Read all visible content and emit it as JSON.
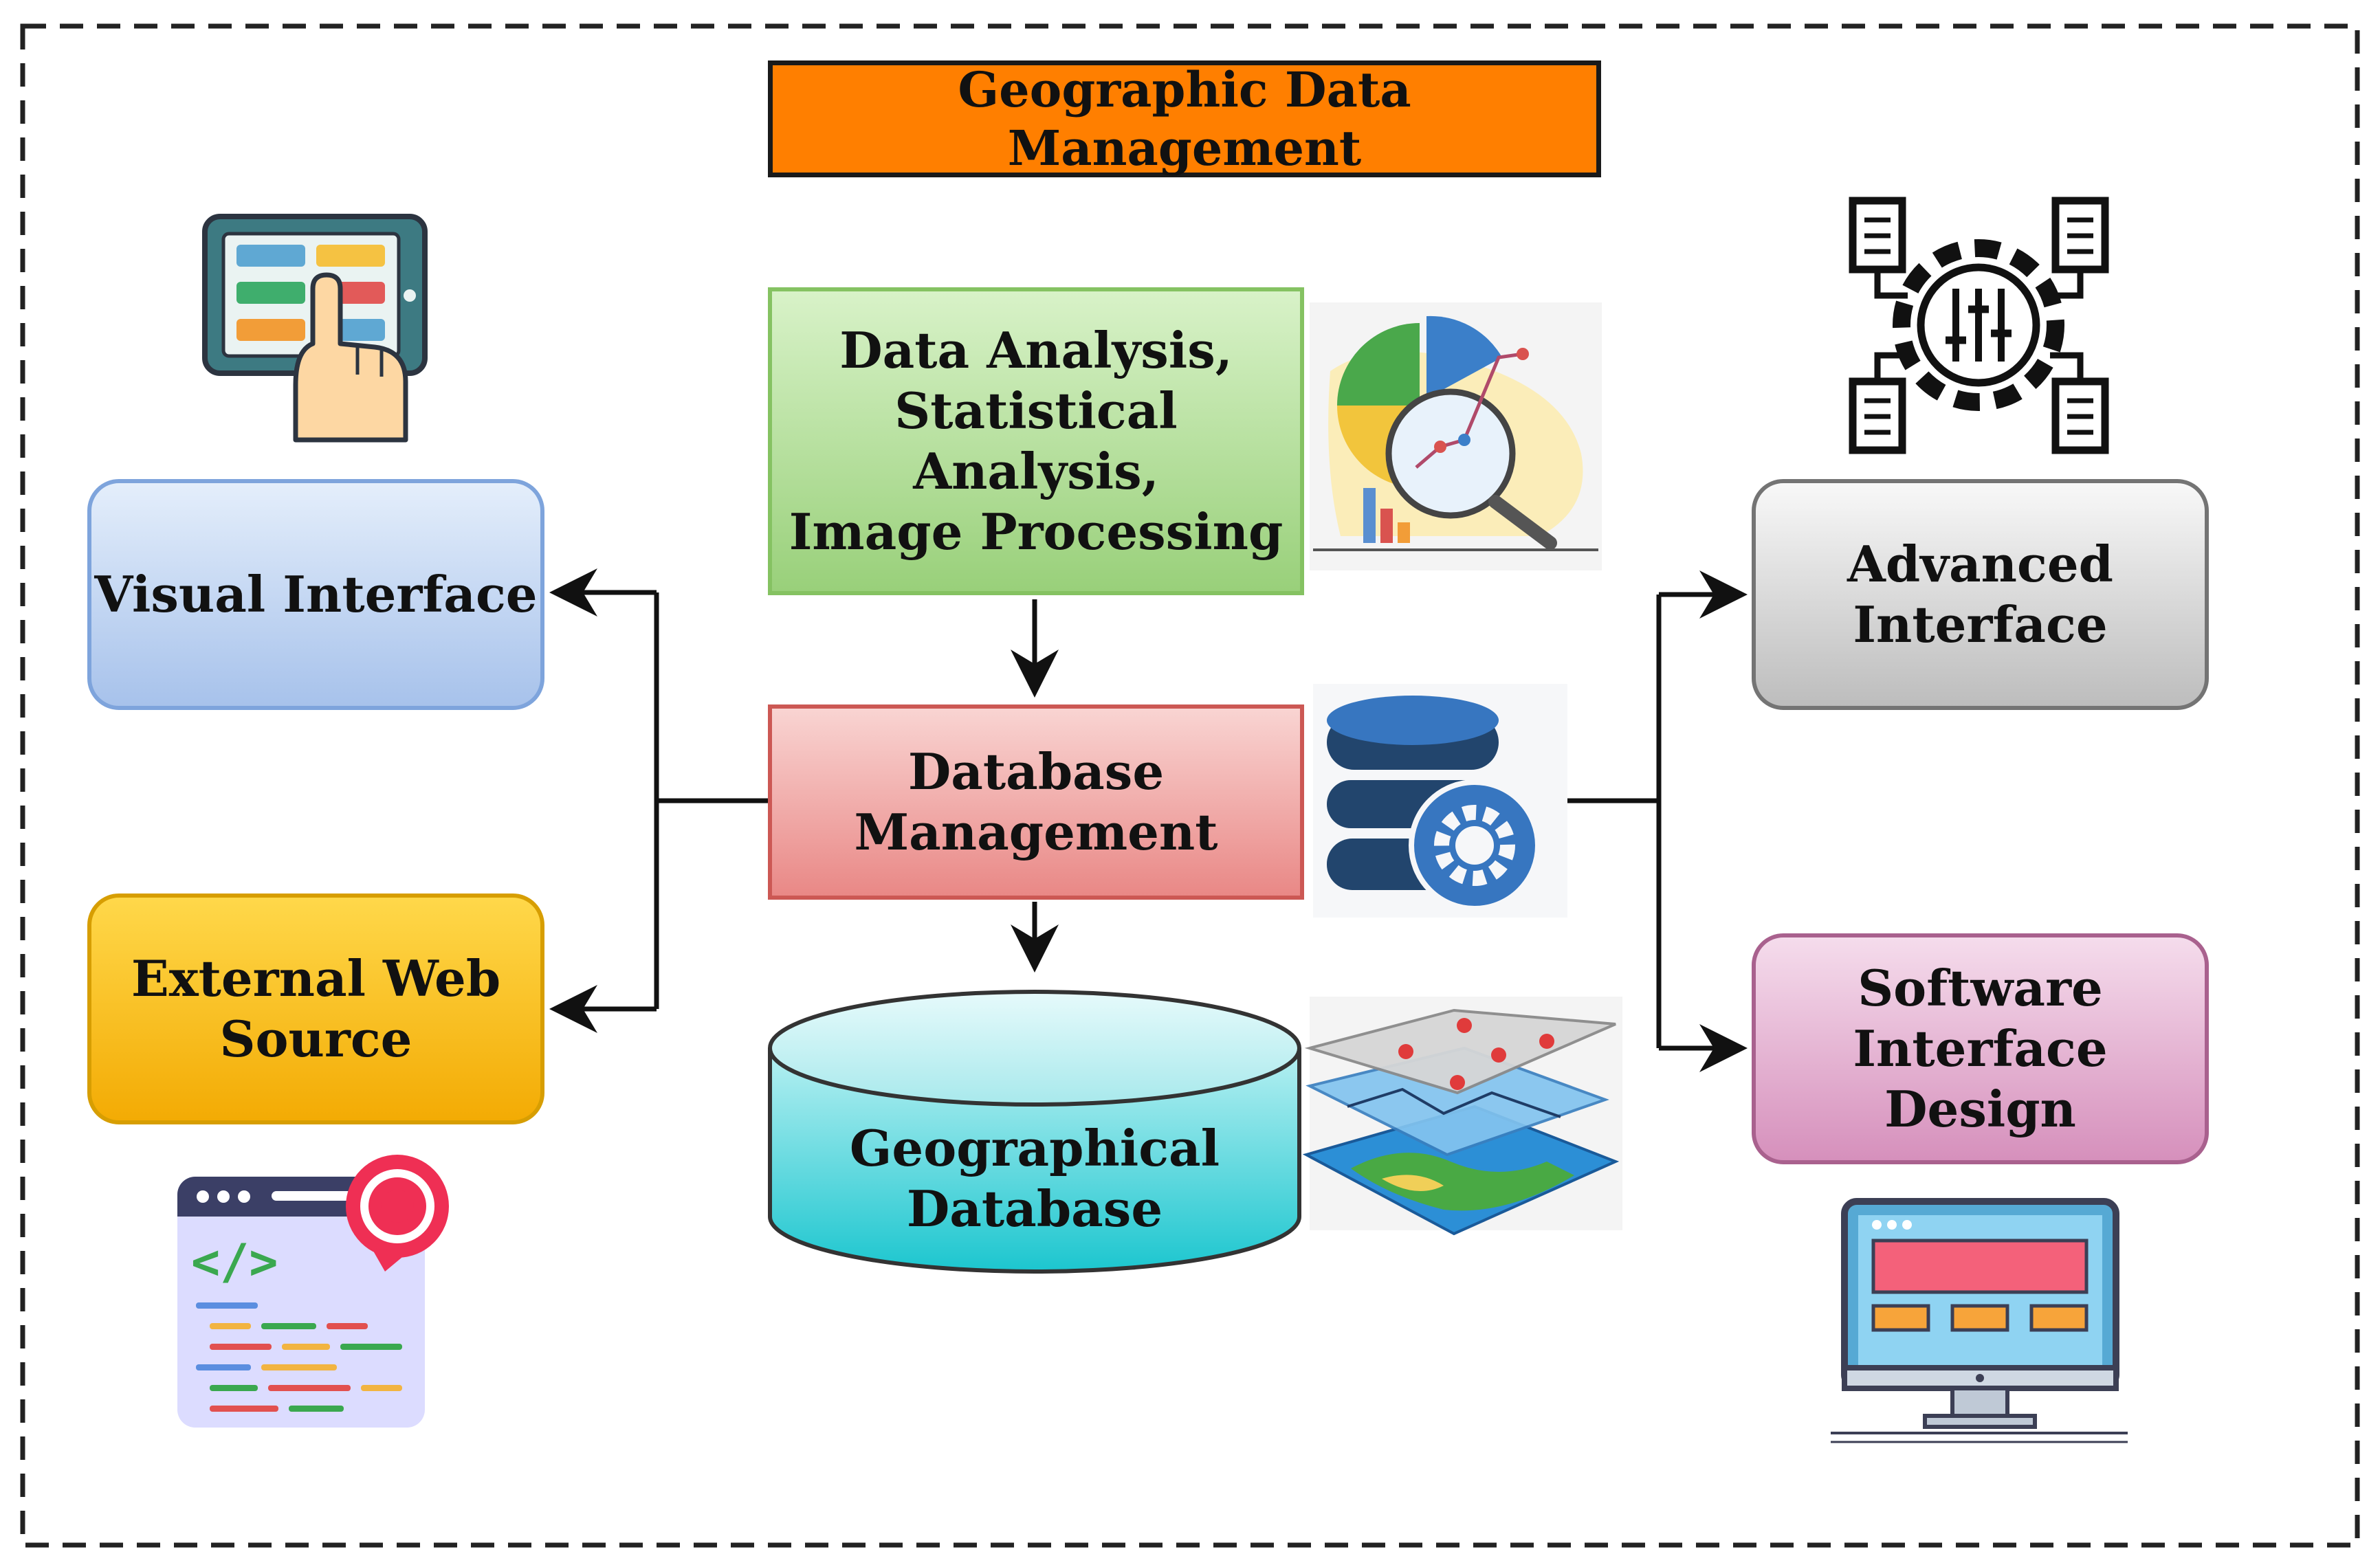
{
  "diagram": {
    "title": "Geographic Data Management",
    "nodes": {
      "analysis": {
        "lines": [
          "Data Analysis,",
          "Statistical Analysis,",
          "Image Processing"
        ]
      },
      "database_management": {
        "lines": [
          "Database",
          "Management"
        ]
      },
      "geographical_database": {
        "lines": [
          "Geographical",
          "Database"
        ]
      },
      "visual_interface": {
        "lines": [
          "Visual Interface"
        ]
      },
      "external_web_source": {
        "lines": [
          "External Web",
          "Source"
        ]
      },
      "advanced_interface": {
        "lines": [
          "Advanced",
          "Interface"
        ]
      },
      "software_interface_design": {
        "lines": [
          "Software",
          "Interface Design"
        ]
      }
    },
    "edges": [
      {
        "from": "analysis",
        "to": "database_management"
      },
      {
        "from": "database_management",
        "to": "geographical_database"
      },
      {
        "from": "database_management",
        "to": "visual_interface"
      },
      {
        "from": "database_management",
        "to": "external_web_source"
      },
      {
        "from": "database_management",
        "to": "advanced_interface"
      },
      {
        "from": "database_management",
        "to": "software_interface_design"
      }
    ],
    "icons": [
      "touch-tablet-icon",
      "chart-magnifier-icon",
      "database-gear-icon",
      "map-layers-icon",
      "gear-documents-icon",
      "code-window-icon",
      "computer-monitor-icon"
    ],
    "colors": {
      "title": "#ff7f00",
      "analysis": "#aee094",
      "database_management": "#f2a9a7",
      "geographical_database": "#4dd6dc",
      "visual_interface": "#b7cff1",
      "external_web_source": "#fbbf13",
      "advanced_interface": "#d6d6d6",
      "software_interface_design": "#e3a9cd"
    }
  }
}
